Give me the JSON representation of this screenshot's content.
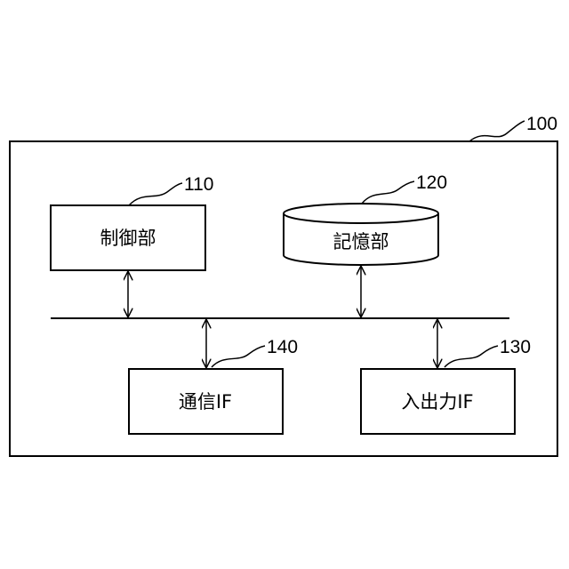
{
  "diagram": {
    "outer_ref": "100",
    "blocks": {
      "control": {
        "label": "制御部",
        "ref": "110"
      },
      "storage": {
        "label": "記憶部",
        "ref": "120"
      },
      "io": {
        "label": "入出力IF",
        "ref": "130"
      },
      "comm": {
        "label": "通信IF",
        "ref": "140"
      }
    }
  }
}
